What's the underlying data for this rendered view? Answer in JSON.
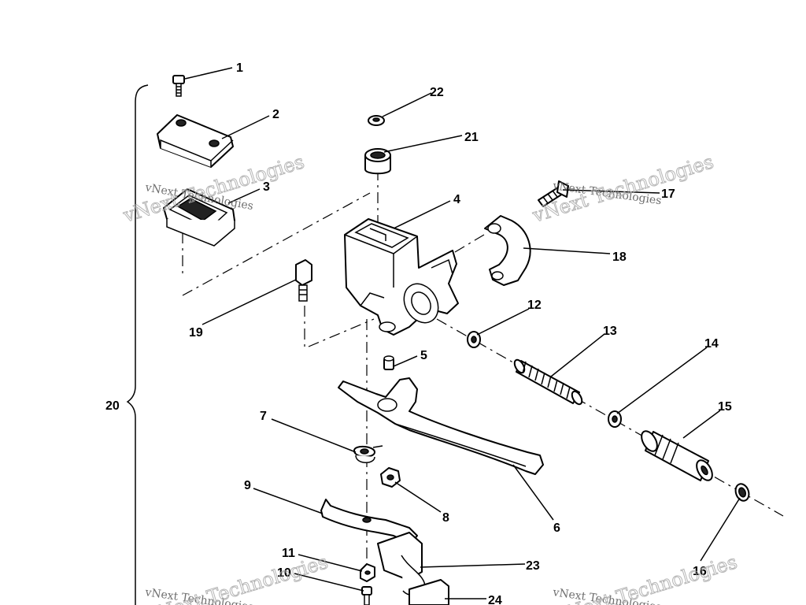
{
  "watermark": {
    "text": "vNext Technologies"
  },
  "callouts": [
    "1",
    "2",
    "3",
    "4",
    "5",
    "6",
    "7",
    "8",
    "9",
    "10",
    "11",
    "12",
    "13",
    "14",
    "15",
    "16",
    "17",
    "18",
    "19",
    "20",
    "21",
    "22",
    "23",
    "24"
  ]
}
